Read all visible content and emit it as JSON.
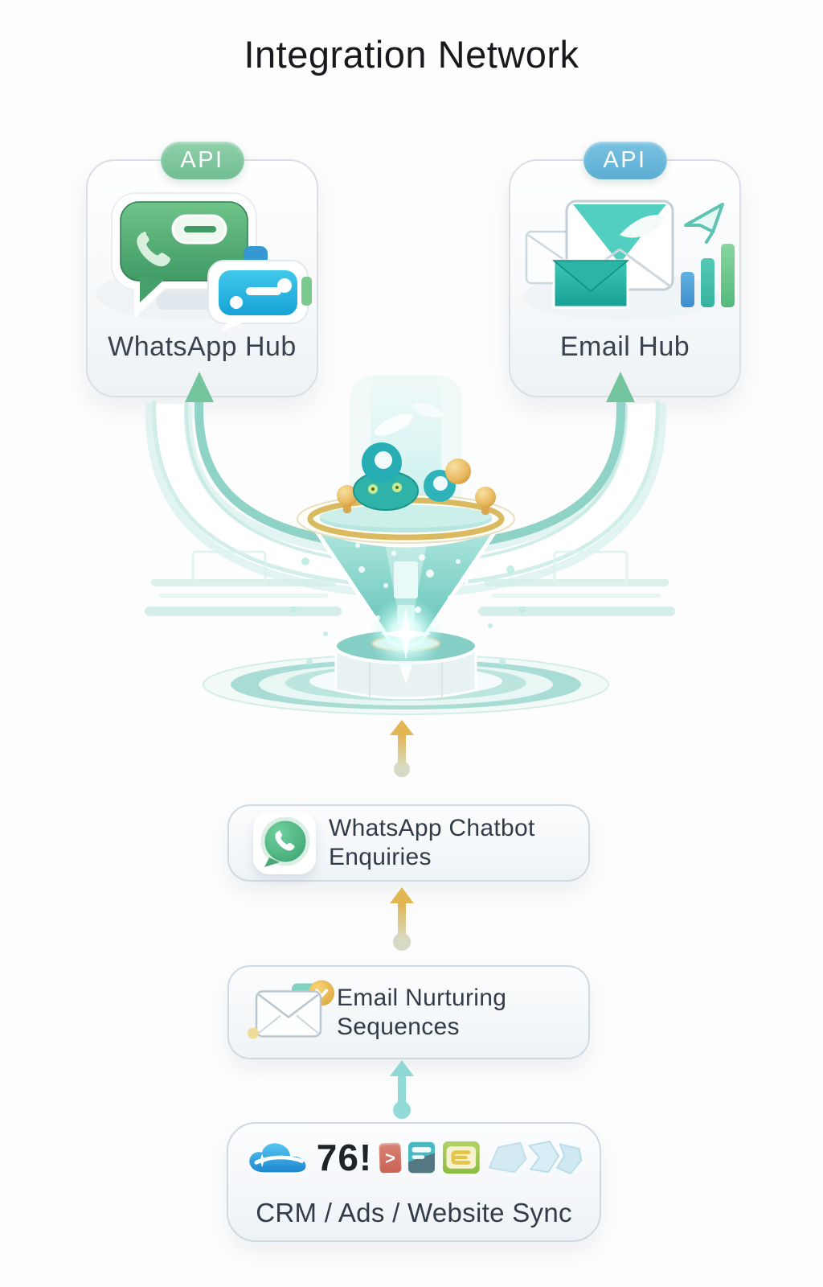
{
  "title": "Integration Network",
  "hubs": [
    {
      "badge": "API",
      "label": "WhatsApp Hub",
      "icon": "whatsapp-chat-robot-icon",
      "badge_color": "#7fc8a0"
    },
    {
      "badge": "API",
      "label": "Email Hub",
      "icon": "email-campaign-icon",
      "badge_color": "#6bb6da"
    }
  ],
  "funnel": {
    "icon": "lead-funnel-icon"
  },
  "flow": [
    {
      "lines": [
        "WhatsApp Chatbot",
        "Enquiries"
      ],
      "icon": "whatsapp-icon",
      "arrow_color": "#e0b34c"
    },
    {
      "lines": [
        "Email Nurturing",
        "Sequences"
      ],
      "icon": "email-envelope-icon",
      "arrow_color": "#e0b34c"
    },
    {
      "label": "CRM / Ads / Website Sync",
      "stat": "76!",
      "arrow_glyph": ">",
      "icons": [
        "cloud-crm-icon",
        "red-arrow-badge-icon",
        "browser-window-icon",
        "ads-card-icon",
        "sync-arrows-icon"
      ],
      "arrow_color": "#8fd9d9"
    }
  ],
  "colors": {
    "accent_teal": "#5ec4b8",
    "accent_gold": "#dfb24f",
    "api_green": "#7fc8a0",
    "api_blue": "#6bb6da",
    "whatsapp_green": "#4ea76f",
    "chat_blue": "#2ab5e2",
    "text_dark": "#323c49",
    "background": "#fdfdfd"
  }
}
